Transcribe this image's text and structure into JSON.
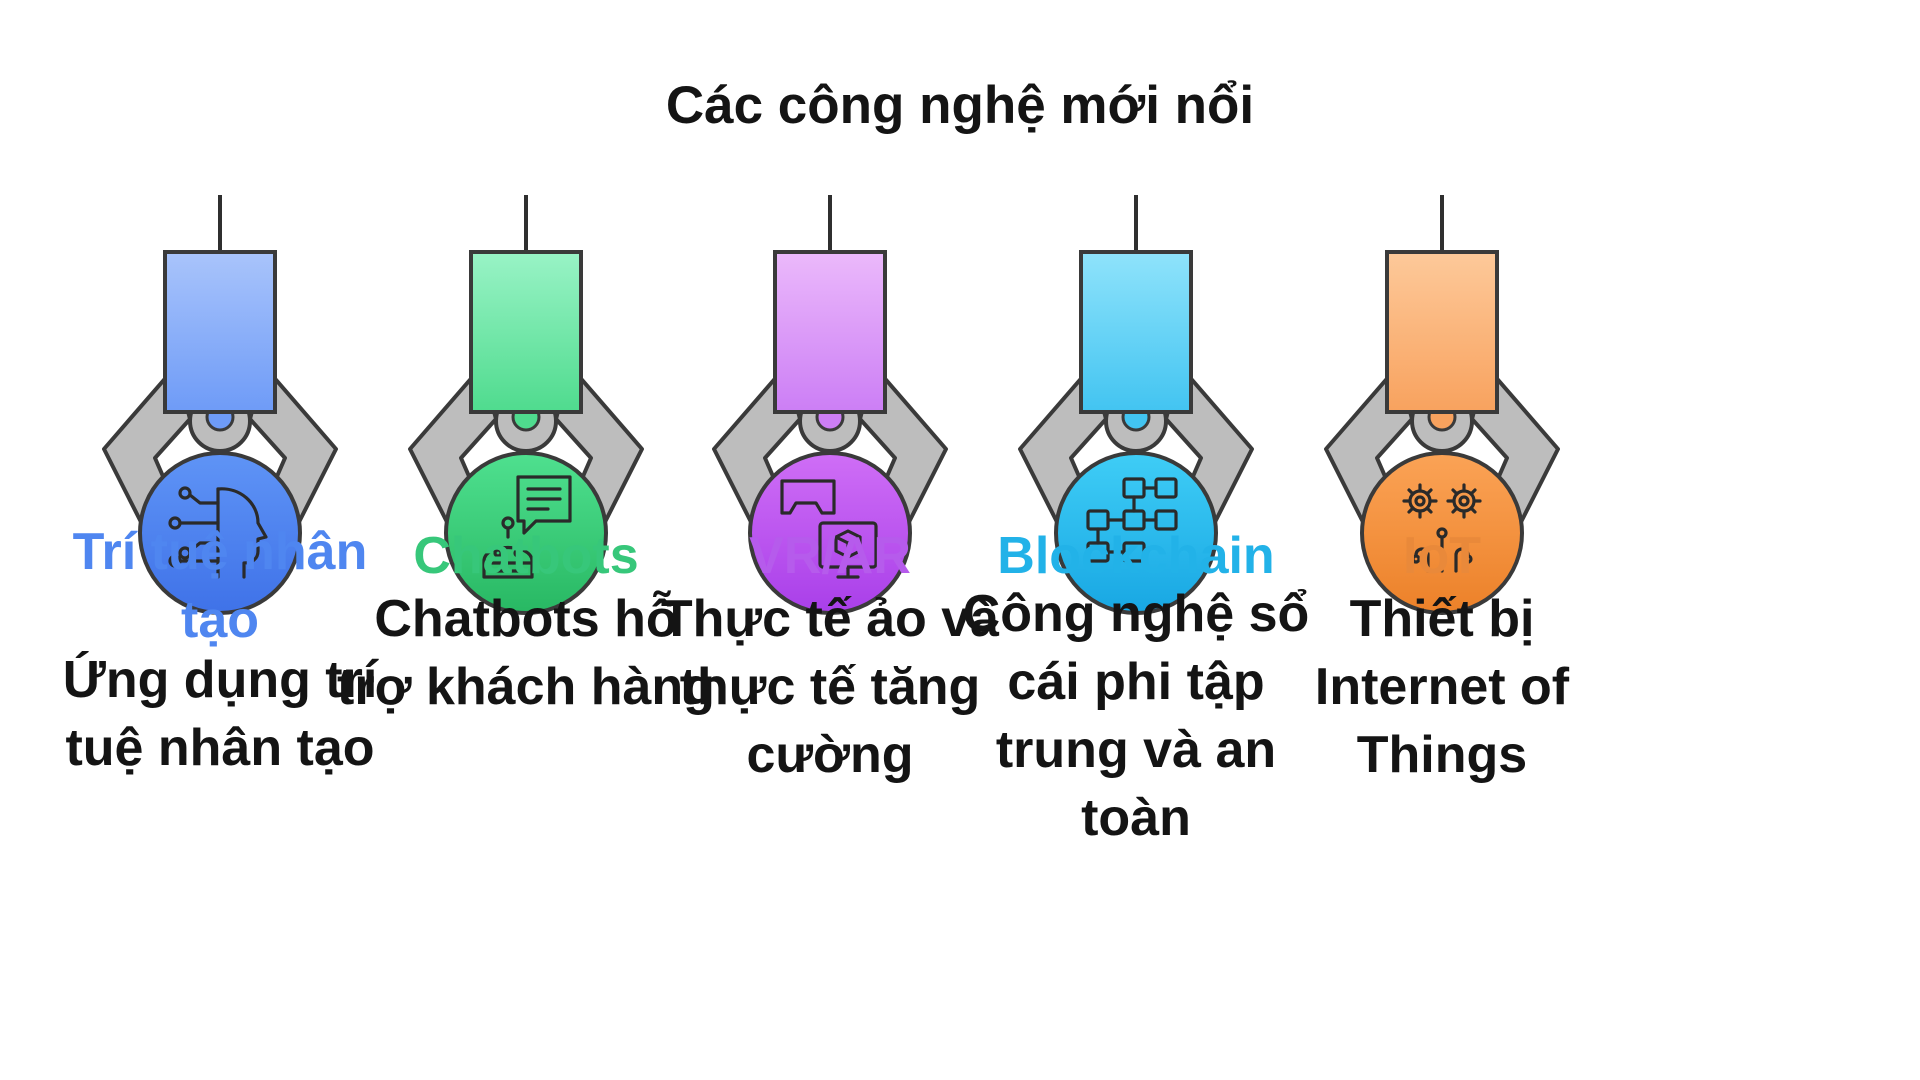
{
  "title": "Các công nghệ mới nổi",
  "items": [
    {
      "label": "Trí tuệ nhân tạo",
      "desc": "Ứng dụng trí tuệ nhân tạo",
      "icon": "ai-head-icon",
      "top": "#a9c4fb",
      "bottom": "#6e9bf7",
      "circle_top": "#5f94f6",
      "circle_bottom": "#3f72e8",
      "label_color": "#4f86f0"
    },
    {
      "label": "Chatbots",
      "desc": "Chatbots hỗ trợ khách hàng",
      "icon": "chatbot-icon",
      "top": "#99f3c6",
      "bottom": "#4fdb8e",
      "circle_top": "#4fe08f",
      "circle_bottom": "#28b863",
      "label_color": "#37c77a"
    },
    {
      "label": "VR/AR",
      "desc": "Thực tế ảo và thực tế tăng cường",
      "icon": "vr-ar-icon",
      "top": "#ebb9fb",
      "bottom": "#cc7ef5",
      "circle_top": "#cf6ef6",
      "circle_bottom": "#a93fe9",
      "label_color": "#b65bec"
    },
    {
      "label": "Blockchain",
      "desc": "Công nghệ sổ cái phi tập trung và an toàn",
      "icon": "blockchain-icon",
      "top": "#8fe3fb",
      "bottom": "#42c4f1",
      "circle_top": "#3fcdf6",
      "circle_bottom": "#18a7e3",
      "label_color": "#22b2e8"
    },
    {
      "label": "IoT",
      "desc": "Thiết bị Internet of Things",
      "icon": "iot-icon",
      "top": "#fdc99a",
      "bottom": "#f8a25e",
      "circle_top": "#fba356",
      "circle_bottom": "#ec8129",
      "label_color": "#e9893a"
    }
  ]
}
